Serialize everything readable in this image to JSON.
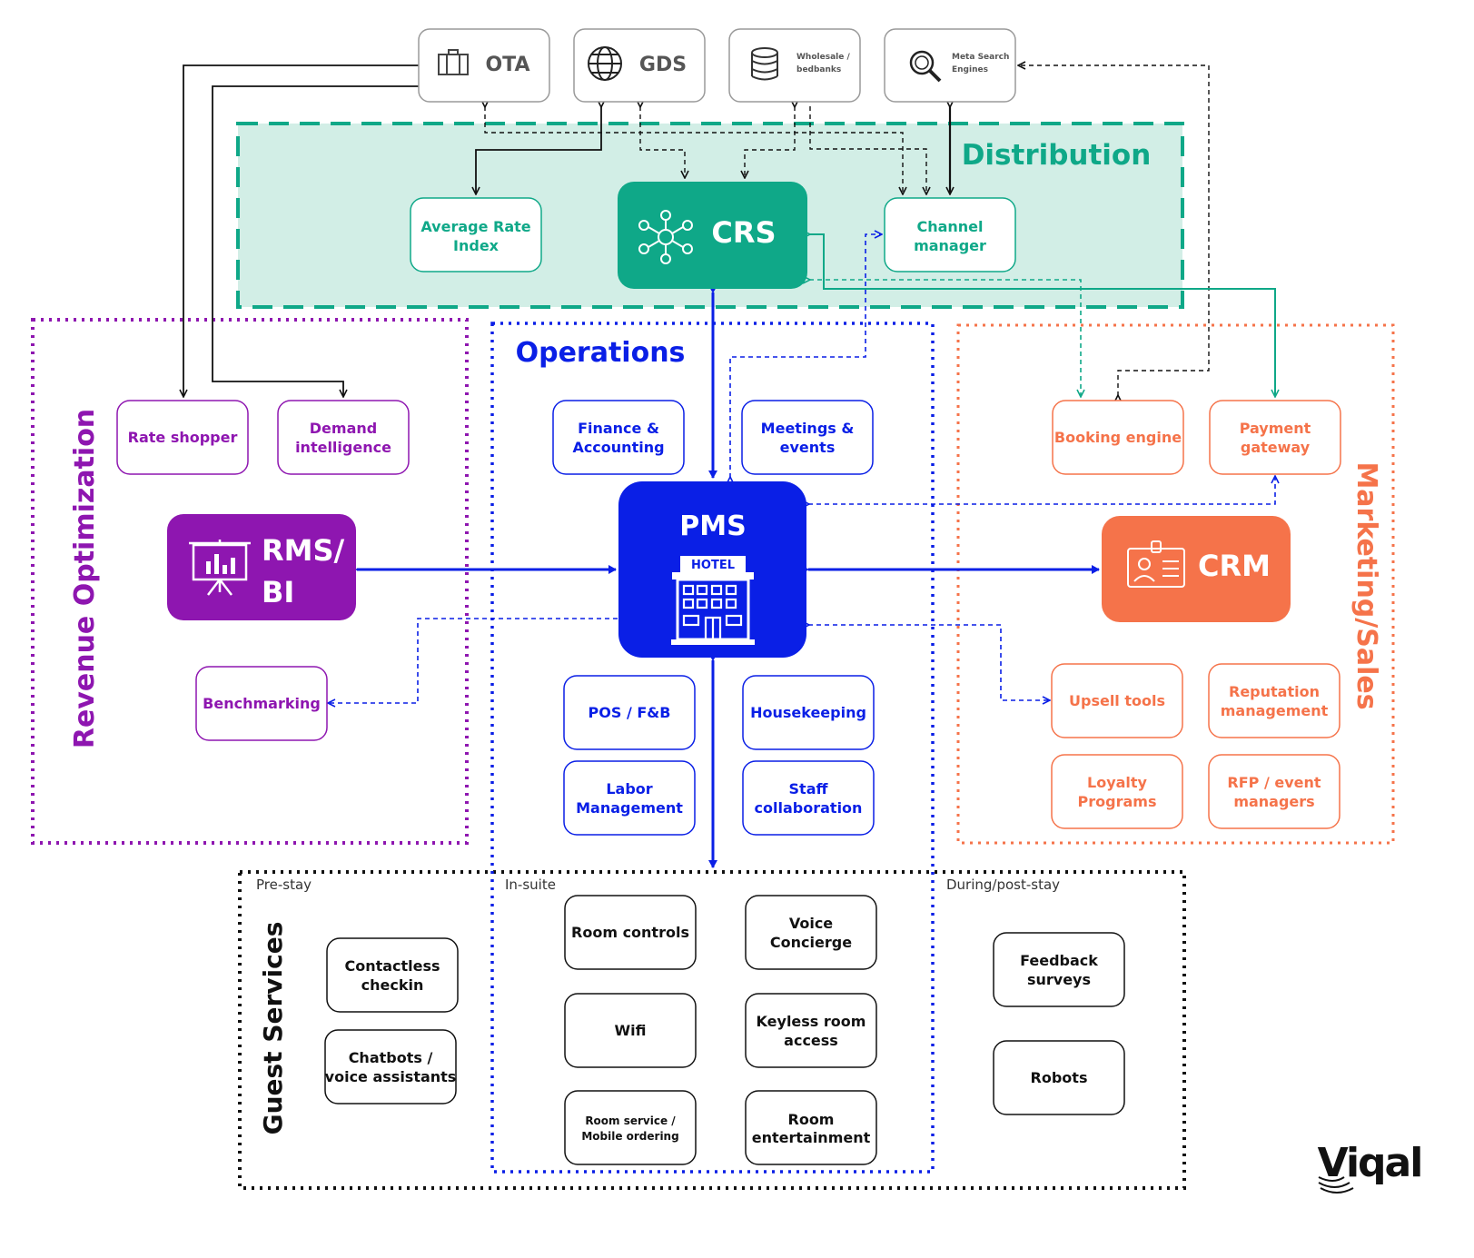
{
  "groups": {
    "distribution": {
      "label": "Distribution"
    },
    "operations": {
      "label": "Operations"
    },
    "revenue": {
      "label": "Revenue Optimization"
    },
    "marketing": {
      "label": "Marketing/Sales"
    },
    "guest": {
      "label": "Guest Services",
      "sections": {
        "pre_stay": "Pre-stay",
        "in_suite": "In-suite",
        "post_stay": "During/post-stay"
      }
    }
  },
  "channels": {
    "ota": {
      "label": "OTA",
      "icon": "briefcase-icon"
    },
    "gds": {
      "label": "GDS",
      "icon": "globe-icon"
    },
    "wholesale": {
      "label_line1": "Wholesale /",
      "label_line2": "bedbanks",
      "icon": "database-icon"
    },
    "meta": {
      "label_line1": "Meta Search",
      "label_line2": "Engines",
      "icon": "magnifier-icon"
    }
  },
  "distribution": {
    "crs": {
      "label": "CRS",
      "icon": "network-hub-icon"
    },
    "ari": {
      "line1": "Average Rate",
      "line2": "Index"
    },
    "channel_manager": {
      "line1": "Channel",
      "line2": "manager"
    }
  },
  "operations": {
    "pms": {
      "label": "PMS",
      "sign": "HOTEL",
      "icon": "hotel-building-icon"
    },
    "finance": {
      "line1": "Finance &",
      "line2": "Accounting"
    },
    "meetings": {
      "line1": "Meetings &",
      "line2": "events"
    },
    "pos": {
      "label": "POS / F&B"
    },
    "housekeeping": {
      "label": "Housekeeping"
    },
    "labor": {
      "line1": "Labor",
      "line2": "Management"
    },
    "staff": {
      "line1": "Staff",
      "line2": "collaboration"
    }
  },
  "revenue": {
    "rms": {
      "line1": "RMS/",
      "line2": "BI",
      "icon": "presentation-board-icon"
    },
    "rate_shopper": {
      "label": "Rate shopper"
    },
    "demand": {
      "line1": "Demand",
      "line2": "intelligence"
    },
    "benchmarking": {
      "label": "Benchmarking"
    }
  },
  "marketing": {
    "crm": {
      "label": "CRM",
      "icon": "id-badge-icon"
    },
    "booking_engine": {
      "label": "Booking engine"
    },
    "payment_gateway": {
      "line1": "Payment",
      "line2": "gateway"
    },
    "upsell": {
      "label": "Upsell tools"
    },
    "reputation": {
      "line1": "Reputation",
      "line2": "management"
    },
    "loyalty": {
      "line1": "Loyalty",
      "line2": "Programs"
    },
    "rfp": {
      "line1": "RFP / event",
      "line2": "managers"
    }
  },
  "guest": {
    "contactless": {
      "line1": "Contactless",
      "line2": "checkin"
    },
    "chatbots": {
      "line1": "Chatbots /",
      "line2": "voice assistants"
    },
    "room_controls": {
      "label": "Room controls"
    },
    "voice": {
      "line1": "Voice",
      "line2": "Concierge"
    },
    "wifi": {
      "label": "Wifi"
    },
    "keyless": {
      "line1": "Keyless room",
      "line2": "access"
    },
    "room_service": {
      "line1": "Room service /",
      "line2": "Mobile ordering"
    },
    "entertainment": {
      "line1": "Room",
      "line2": "entertainment"
    },
    "feedback": {
      "line1": "Feedback",
      "line2": "surveys"
    },
    "robots": {
      "label": "Robots"
    }
  },
  "brand": {
    "logo_text": "Viqal"
  },
  "colors": {
    "distribution": "#0fa888",
    "distribution_fill": "#d2eee6",
    "operations": "#0a1fe6",
    "revenue": "#8e16b0",
    "marketing": "#f5734a",
    "guest": "#111111",
    "channel_border": "#9a9a9a"
  }
}
